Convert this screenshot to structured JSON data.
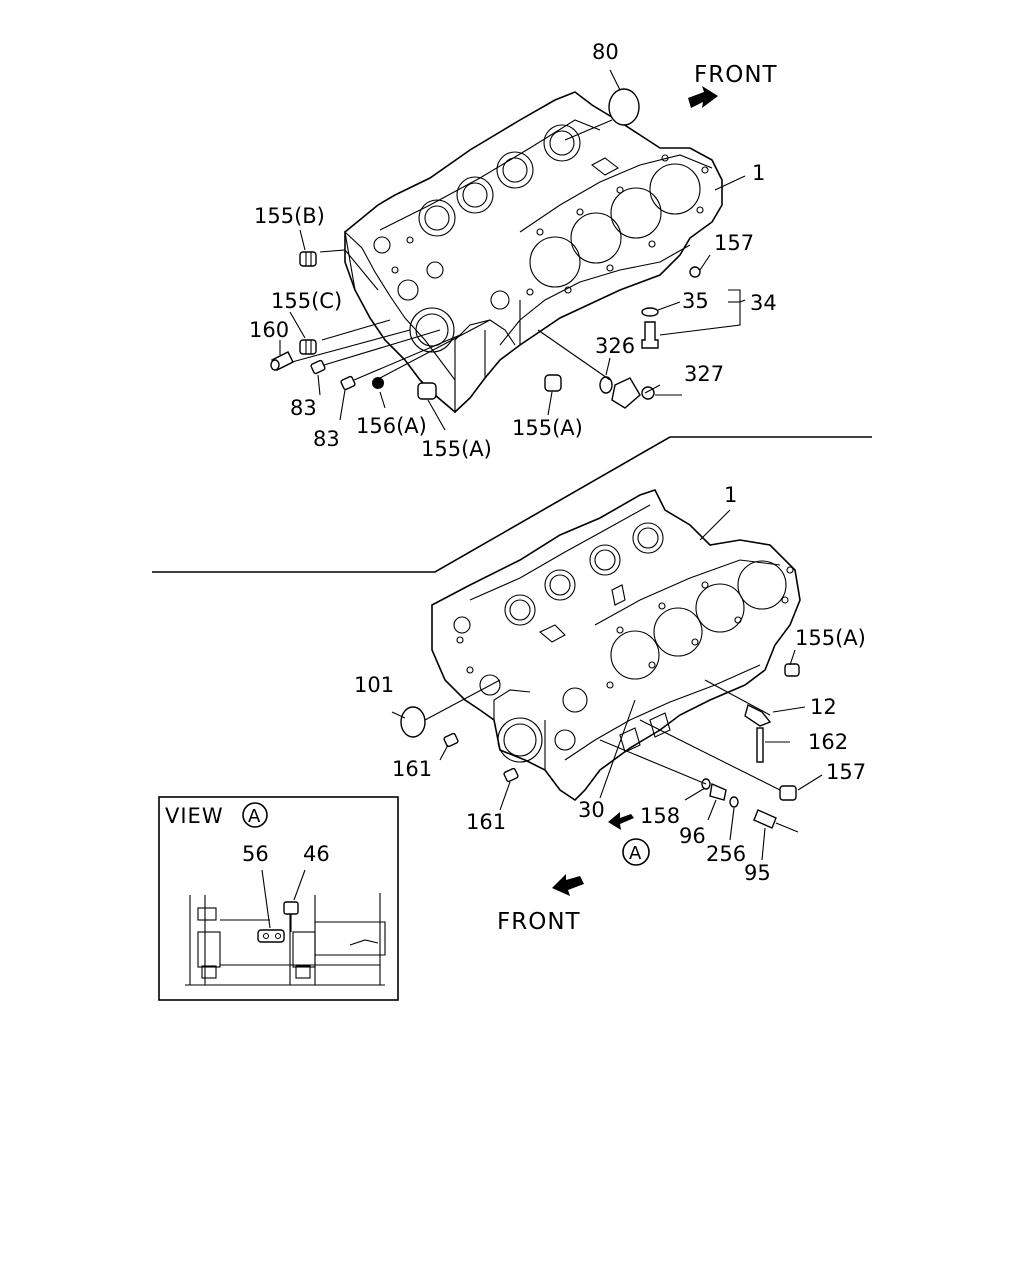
{
  "labels": {
    "front_top": "FRONT",
    "front_bottom": "FRONT",
    "view_title": "VIEW",
    "view_circle": "A",
    "circle_a": "A",
    "p80": "80",
    "p1_top": "1",
    "p155b": "155(B)",
    "p157_top": "157",
    "p35": "35",
    "p34": "34",
    "p155c": "155(C)",
    "p160": "160",
    "p326": "326",
    "p327": "327",
    "p83_a": "83",
    "p83_b": "83",
    "p156a": "156(A)",
    "p155a_1": "155(A)",
    "p155a_2": "155(A)",
    "p1_bottom": "1",
    "p155a_3": "155(A)",
    "p101": "101",
    "p12": "12",
    "p162": "162",
    "p161_a": "161",
    "p157_bottom": "157",
    "p161_b": "161",
    "p30": "30",
    "p158": "158",
    "p96": "96",
    "p256": "256",
    "p95": "95",
    "p56": "56",
    "p46": "46"
  }
}
